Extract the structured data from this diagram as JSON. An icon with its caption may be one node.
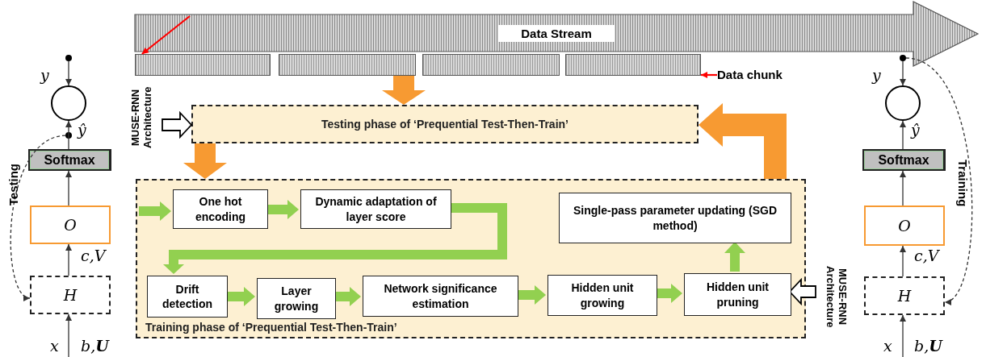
{
  "diagram": {
    "nodes": [
      {
        "text": [
          "Data Stream"
        ]
      },
      {
        "text": [],
        "shape": "bar"
      },
      {
        "text": [],
        "shape": "bar"
      },
      {
        "text": [],
        "shape": "bar"
      },
      {
        "text": [],
        "shape": "bar"
      },
      {
        "text": [
          "Data chunk"
        ]
      },
      {
        "text": [
          "Testing phase of ‘Prequential Test-Then-Train’"
        ]
      },
      {
        "text": [
          "Training phase of ‘Prequential Test-Then-Train’"
        ]
      },
      {
        "text": [
          "One hot encoding"
        ],
        "in": 7
      },
      {
        "text": [
          "Dynamic adaptation of layer score"
        ],
        "in": 7
      },
      {
        "text": [
          "Drift detection"
        ],
        "in": 7
      },
      {
        "text": [
          "Layer growing"
        ],
        "in": 7
      },
      {
        "text": [
          "Network significance estimation"
        ],
        "in": 7
      },
      {
        "text": [
          "Hidden unit growing"
        ],
        "in": 7
      },
      {
        "text": [
          "Hidden unit pruning"
        ],
        "in": 7
      },
      {
        "text": [
          "Single-pass parameter updating (SGD method)"
        ],
        "in": 7
      },
      {
        "text": [
          "MUSE-RNN Architecture"
        ]
      },
      {
        "text": [
          "MUSE-RNN Architecture"
        ]
      },
      {
        "text": [],
        "shape": "circle"
      },
      {
        "text": [],
        "shape": "circle"
      },
      {
        "text": [],
        "shape": "circle"
      },
      {
        "text": [
          "Softmax"
        ]
      },
      {
        "text": [
          "O"
        ]
      },
      {
        "text": [
          "H"
        ]
      },
      {
        "text": [],
        "shape": "circle"
      },
      {
        "text": [],
        "shape": "circle"
      },
      {
        "text": [
          "Softmax"
        ]
      },
      {
        "text": [
          "O"
        ]
      },
      {
        "text": [
          "H"
        ]
      }
    ],
    "edges": [
      {
        "from": 0,
        "to": 1,
        "arrow": "to",
        "color": "#ff0000"
      },
      {
        "from": 5,
        "to": 4,
        "arrow": "to",
        "color": "#ff0000"
      },
      {
        "from": 2,
        "to": 6,
        "arrow": "to",
        "style": "thick",
        "color": "#f79a32"
      },
      {
        "from": 16,
        "to": 6,
        "arrow": "to",
        "style": "thick",
        "color": "#ffffff"
      },
      {
        "from": 6,
        "to": 7,
        "arrow": "to",
        "style": "thick",
        "color": "#f79a32"
      },
      {
        "from": 7,
        "to": 6,
        "arrow": "to",
        "style": "thick",
        "color": "#f79a32"
      },
      {
        "from": null,
        "to": 8,
        "arrow": "to",
        "style": "thick",
        "color": "#92d050"
      },
      {
        "from": 8,
        "to": 9,
        "arrow": "to",
        "style": "thick",
        "color": "#92d050"
      },
      {
        "from": 9,
        "to": 10,
        "arrow": "to",
        "style": "thick",
        "color": "#92d050"
      },
      {
        "from": 10,
        "to": 11,
        "arrow": "to",
        "style": "thick",
        "color": "#92d050"
      },
      {
        "from": 11,
        "to": 12,
        "arrow": "to",
        "style": "thick",
        "color": "#92d050"
      },
      {
        "from": 12,
        "to": 13,
        "arrow": "to",
        "style": "thick",
        "color": "#92d050"
      },
      {
        "from": 13,
        "to": 14,
        "arrow": "to",
        "style": "thick",
        "color": "#92d050"
      },
      {
        "from": 14,
        "to": 15,
        "arrow": "to",
        "style": "thick",
        "color": "#92d050"
      },
      {
        "from": 17,
        "to": 14,
        "arrow": "to",
        "style": "thick",
        "color": "#ffffff"
      },
      {
        "from": 18,
        "to": 19,
        "arrow": "to"
      },
      {
        "from": 21,
        "to": 19,
        "arrow": "to"
      },
      {
        "from": 20,
        "to": 23,
        "arrow": "to",
        "style": "dashed"
      },
      {
        "from": 22,
        "to": 21,
        "arrow": "to"
      },
      {
        "from": 23,
        "to": 22,
        "arrow": "to"
      },
      {
        "from": null,
        "to": 23,
        "arrow": "to"
      },
      {
        "from": 24,
        "to": 25,
        "arrow": "to"
      },
      {
        "from": 26,
        "to": 25,
        "arrow": "to"
      },
      {
        "from": 24,
        "to": 28,
        "arrow": "to",
        "style": "dashed"
      },
      {
        "from": 27,
        "to": 26,
        "arrow": "to"
      },
      {
        "from": 28,
        "to": 27,
        "arrow": "to"
      },
      {
        "from": null,
        "to": 28,
        "arrow": "to"
      }
    ],
    "labels": [
      "y",
      "ŷ",
      "c,V",
      "x",
      "b,**U**",
      "Testing",
      "y",
      "ŷ",
      "c,V",
      "x",
      "b,**U**",
      "Training"
    ]
  }
}
